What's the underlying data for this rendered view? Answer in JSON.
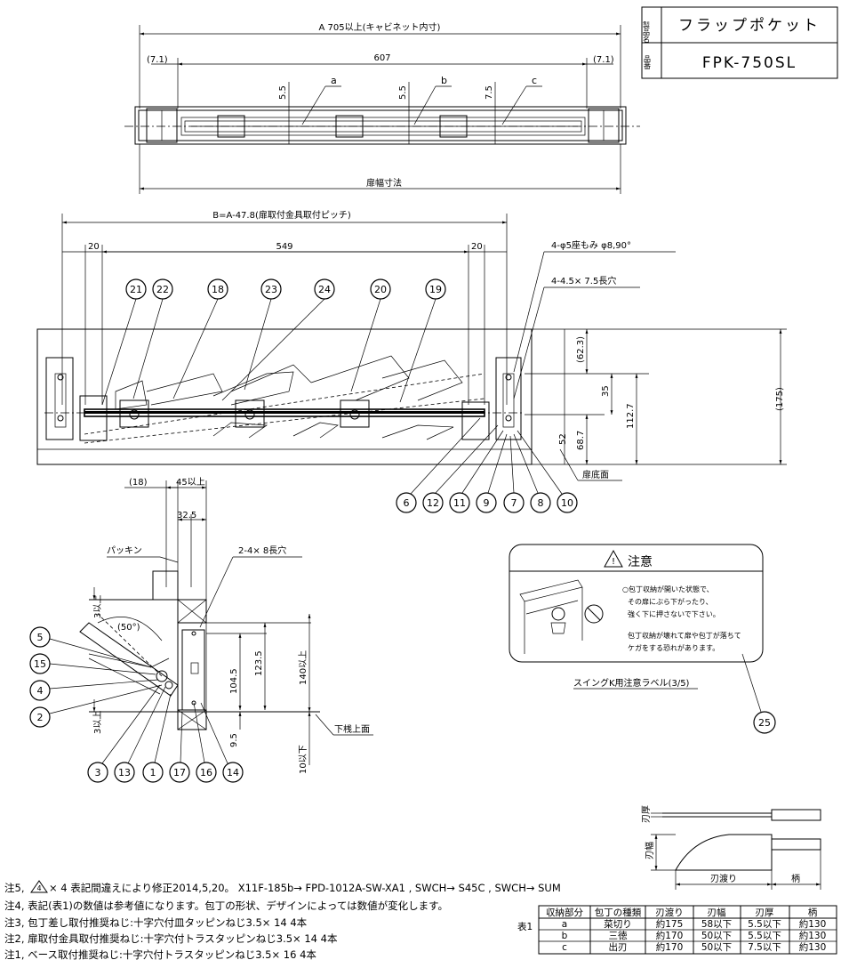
{
  "title_block": {
    "name_label": "製品名",
    "name_value": "フラップポケット",
    "code_label": "品番",
    "code_value": "FPK-750SL"
  },
  "top_view": {
    "dim_a": "A 705以上(キャビネット内寸)",
    "dim_607": "607",
    "dim_left_71": "(7.1)",
    "dim_right_71": "(7.1)",
    "label_a": "a",
    "label_b": "b",
    "label_c": "c",
    "dim_55_1": "5.5",
    "dim_55_2": "5.5",
    "dim_75": "7.5",
    "door_width": "扉幅寸法"
  },
  "front_view": {
    "dim_b": "B=A-47.8(扉取付金具取付ピッチ)",
    "dim_20_left": "20",
    "dim_549": "549",
    "dim_20_right": "20",
    "countersink": "4-φ5座もみ φ8,90°",
    "slot": "4-4.5× 7.5長穴",
    "dim_623": "(62.3)",
    "dim_35": "35",
    "dim_1127": "112.7",
    "dim_687": "68.7",
    "dim_52": "52",
    "dim_175": "(175)",
    "door_bottom": "扉底面"
  },
  "side_view": {
    "dim_18": "(18)",
    "dim_45": "45以上",
    "dim_325": "32.5",
    "packing": "パッキン",
    "slot": "2-4× 8長穴",
    "angle": "(50°)",
    "dim_3_top": "3以上",
    "dim_3_bottom": "3以上",
    "dim_1045": "104.5",
    "dim_1235": "123.5",
    "dim_140": "140以上",
    "dim_95": "9.5",
    "dim_10": "10以下",
    "lower_rail": "下桟上面"
  },
  "callouts": [
    "1",
    "2",
    "3",
    "4",
    "5",
    "6",
    "7",
    "8",
    "9",
    "10",
    "11",
    "12",
    "13",
    "14",
    "15",
    "16",
    "17",
    "18",
    "19",
    "20",
    "21",
    "22",
    "23",
    "24",
    "25"
  ],
  "caution": {
    "title": "注意",
    "line1": "○包丁収納が開いた状態で、",
    "line2": "その扉にぶら下がったり、",
    "line3": "強く下に押さないで下さい。",
    "line4": "包丁収納が壊れて扉や包丁が落ちて",
    "line5": "ケガをする恐れがあります。",
    "caption": "スイングK用注意ラベル(3/5)"
  },
  "knife": {
    "blade_thickness": "刃厚",
    "blade_width": "刃幅",
    "blade_length": "刃渡り",
    "handle": "柄"
  },
  "notes": {
    "n5a": "注5,",
    "n5b": "× 4 表記間違えにより修正2014,5,20。 X11F-185b→ FPD-1012A-SW-XA1 , SWCH→ S45C , SWCH→ SUM",
    "n5_mark": "4",
    "n4": "注4, 表記(表1)の数値は参考値になります。包丁の形状、デザインによっては数値が変化します。",
    "n3": "注3, 包丁差し取付推奨ねじ:十字穴付皿タッピンねじ3.5× 14 4本",
    "n2": "注2, 扉取付金具取付推奨ねじ:十字穴付トラスタッピンねじ3.5× 14 4本",
    "n1": "注1, ベース取付推奨ねじ:十字穴付トラスタッピンねじ3.5× 16 4本"
  },
  "table": {
    "label": "表1",
    "headers": [
      "収納部分",
      "包丁の種類",
      "刃渡り",
      "刃幅",
      "刃厚",
      "柄"
    ],
    "rows": [
      [
        "a",
        "菜切り",
        "約175",
        "58以下",
        "5.5以下",
        "約130"
      ],
      [
        "b",
        "三徳",
        "約170",
        "50以下",
        "5.5以下",
        "約130"
      ],
      [
        "c",
        "出刃",
        "約170",
        "50以下",
        "7.5以下",
        "約130"
      ]
    ]
  }
}
